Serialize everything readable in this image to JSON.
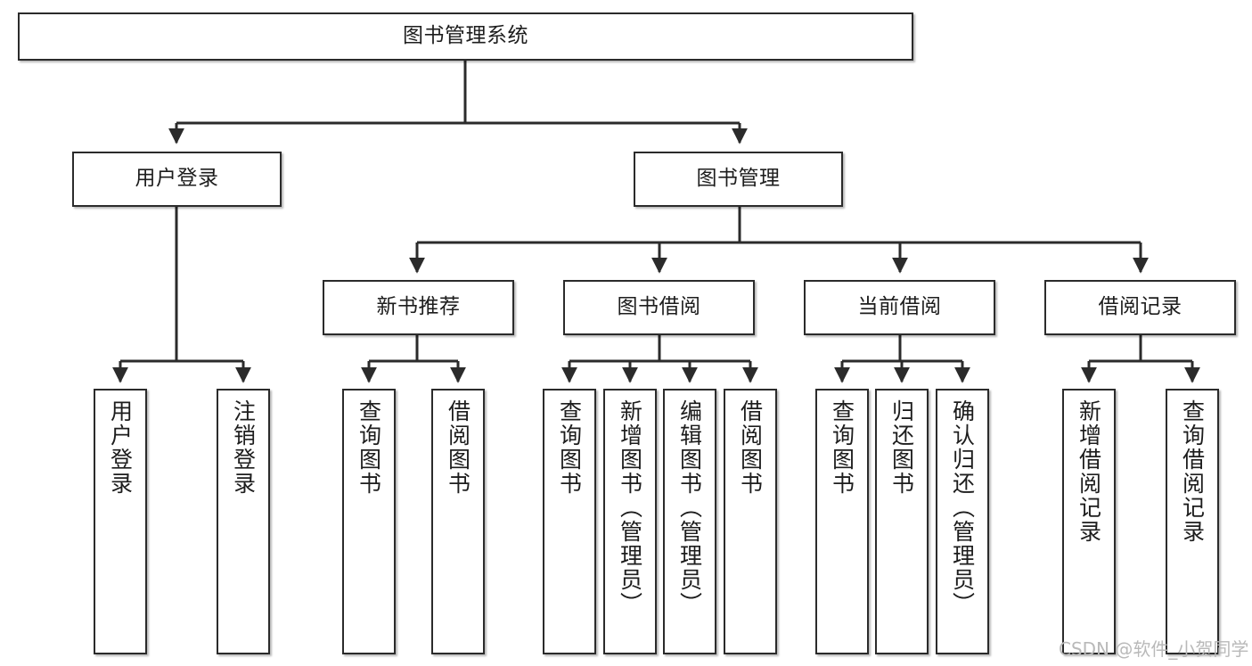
{
  "diagram": {
    "title": "图书管理系统",
    "type": "tree",
    "orientation": "top-down",
    "colors": {
      "box_border": "#2b2b2b",
      "box_fill": "#ffffff",
      "connector": "#2b2b2b",
      "text": "#1d1d1d",
      "watermark": "#b9b9b9",
      "background": "#ffffff"
    }
  },
  "watermark": {
    "text": "CSDN @软件_小贺同学"
  },
  "root": {
    "label": "图书管理系统"
  },
  "level2": [
    {
      "id": "user-login",
      "label": "用户登录"
    },
    {
      "id": "book-management",
      "label": "图书管理"
    }
  ],
  "level3": [
    {
      "id": "new-book-recommend",
      "label": "新书推荐",
      "parent": "book-management"
    },
    {
      "id": "book-borrow",
      "label": "图书借阅",
      "parent": "book-management"
    },
    {
      "id": "current-borrow",
      "label": "当前借阅",
      "parent": "book-management"
    },
    {
      "id": "borrow-record",
      "label": "借阅记录",
      "parent": "book-management"
    }
  ],
  "leaves": {
    "user-login": [
      {
        "id": "leaf-user-login",
        "label": "用户登录"
      },
      {
        "id": "leaf-logout-login",
        "label": "注销登录"
      }
    ],
    "new-book-recommend": [
      {
        "id": "leaf-query-book-1",
        "label": "查询图书"
      },
      {
        "id": "leaf-borrow-book-1",
        "label": "借阅图书"
      }
    ],
    "book-borrow": [
      {
        "id": "leaf-query-book-2",
        "label": "查询图书"
      },
      {
        "id": "leaf-add-book",
        "label": "新增图书（管理员）"
      },
      {
        "id": "leaf-edit-book",
        "label": "编辑图书（管理员）"
      },
      {
        "id": "leaf-borrow-book-2",
        "label": "借阅图书"
      }
    ],
    "current-borrow": [
      {
        "id": "leaf-query-book-3",
        "label": "查询图书"
      },
      {
        "id": "leaf-return-book",
        "label": "归还图书"
      },
      {
        "id": "leaf-confirm-return",
        "label": "确认归还（管理员）"
      }
    ],
    "borrow-record": [
      {
        "id": "leaf-add-record",
        "label": "新增借阅记录"
      },
      {
        "id": "leaf-query-record",
        "label": "查询借阅记录"
      }
    ]
  }
}
